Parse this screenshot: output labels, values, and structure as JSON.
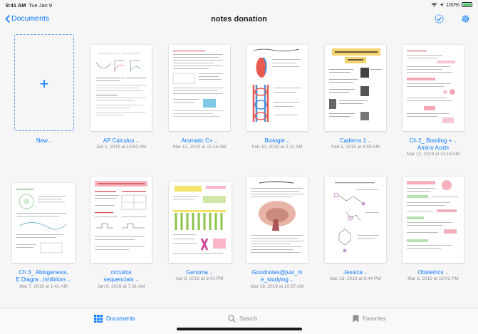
{
  "status": {
    "time": "9:41 AM",
    "date": "Tue Jan 9",
    "battery": "100%"
  },
  "nav": {
    "back_label": "Documents",
    "title": "notes donation"
  },
  "new_item": {
    "label": "New..."
  },
  "notebooks": [
    {
      "title": "AP Calculus",
      "date": "Jan 1, 2019 at 10:50 AM"
    },
    {
      "title": "Aromatic C+",
      "date": "Mar 12, 2019 at 11:16 AM"
    },
    {
      "title": "Biologie",
      "date": "Feb 10, 2019 at 2:12 AM"
    },
    {
      "title": "Caderno 1",
      "date": "Feb 5, 2019 at 4:59 AM"
    },
    {
      "title_line1": "Ch 2_ Bonding +",
      "title_line2": "Amino Acids",
      "date": "Mar 12, 2019 at 11:18 AM"
    },
    {
      "title_line1": "Ch 3_ Abiogenesis,",
      "title_line2": "E Diagra...Inhibitors",
      "date": "Mar 7, 2019 at 1:41 AM"
    },
    {
      "title_line1": "circuitos",
      "title_line2": "sequenciais",
      "date": "Jan 9, 2019 at 7:31 AM"
    },
    {
      "title": "Genoma",
      "date": "Apr 9, 2019 at 3:41 PM"
    },
    {
      "title_line1": "Goodnotes@just_m",
      "title_line2": "e_studying",
      "date": "Mar 19, 2019 at 10:57 AM"
    },
    {
      "title": "Jessica",
      "date": "Mar 18, 2019 at 8:44 PM"
    },
    {
      "title": "Obstetrics",
      "date": "Mar 8, 2019 at 10:02 PM"
    }
  ],
  "tabs": [
    {
      "label": "Documents",
      "icon": "grid-icon",
      "active": true
    },
    {
      "label": "Search",
      "icon": "search-icon",
      "active": false
    },
    {
      "label": "Favorites",
      "icon": "bookmark-icon",
      "active": false
    }
  ],
  "colors": {
    "accent": "#0a7aff",
    "secondary_text": "#8e8e93",
    "battery": "#34c759"
  }
}
